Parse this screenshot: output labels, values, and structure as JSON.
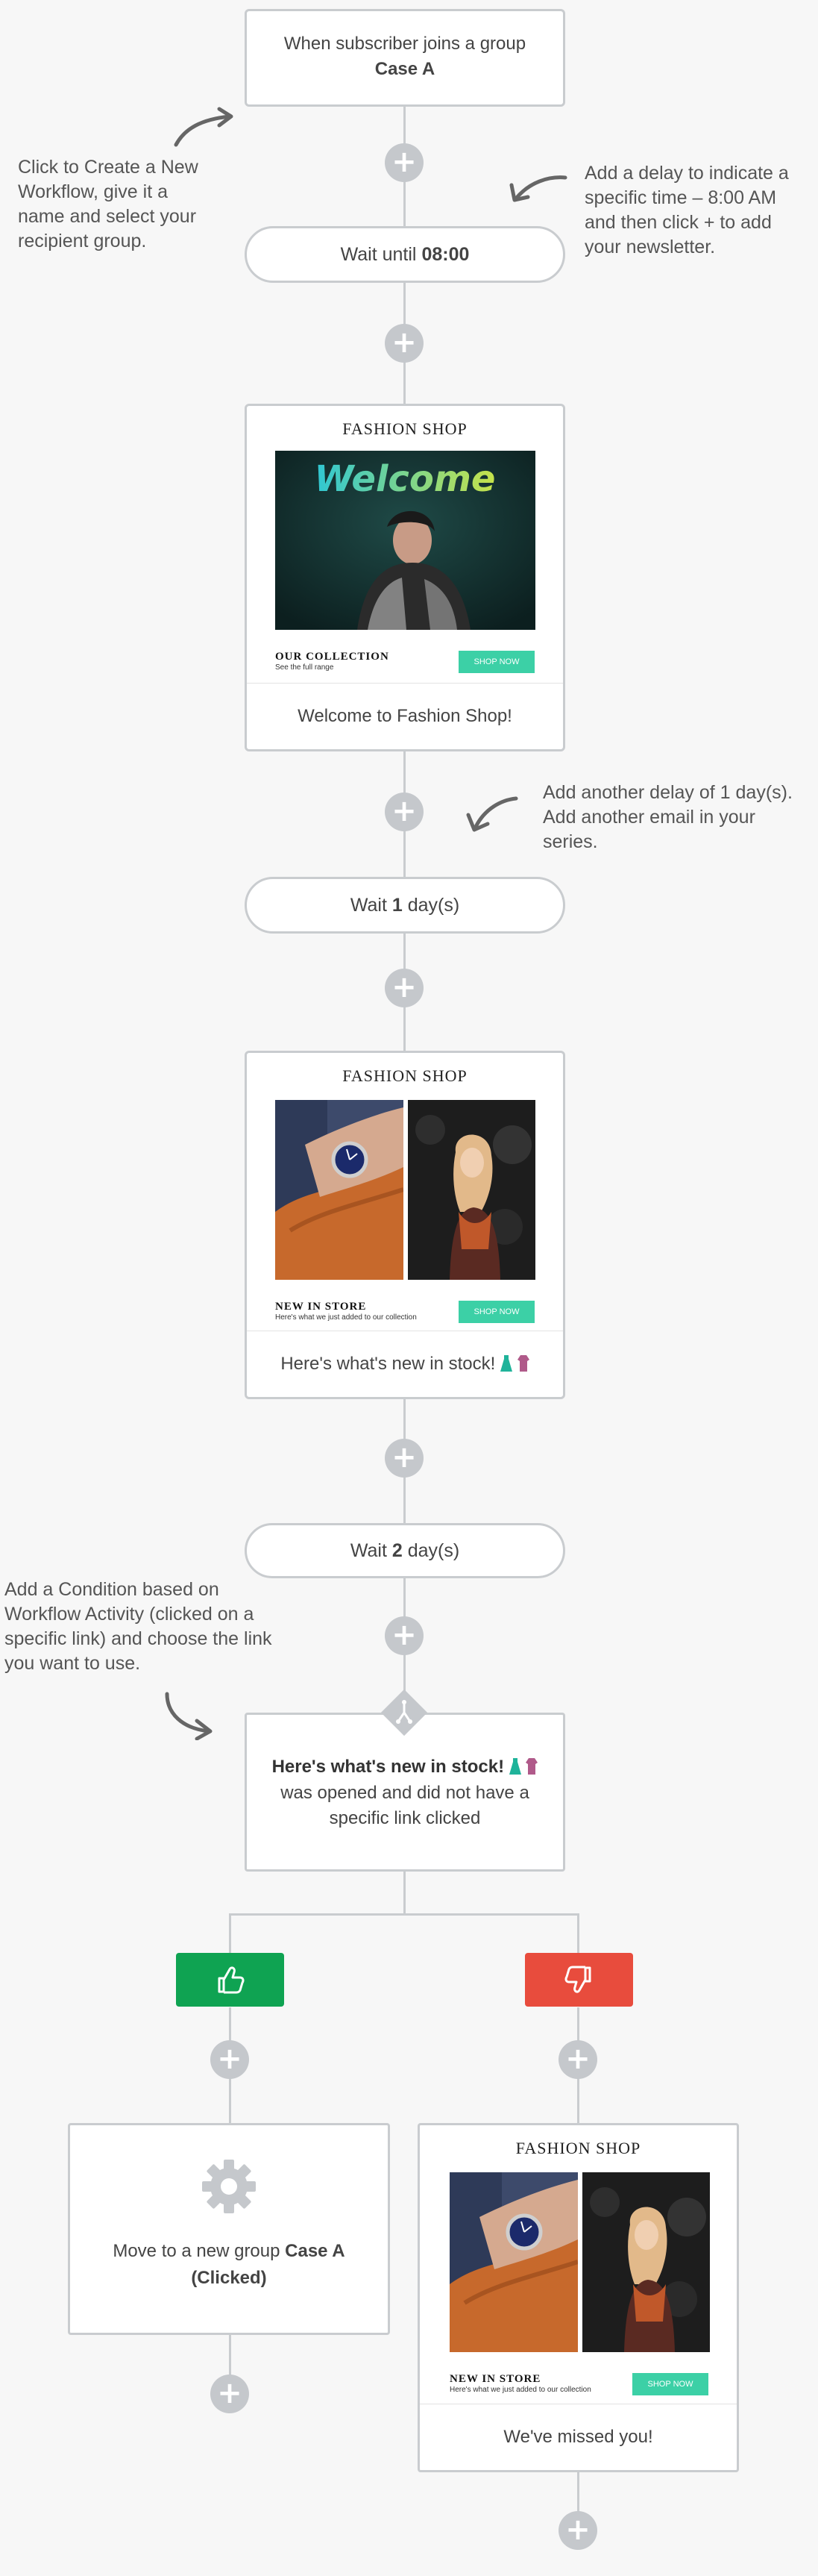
{
  "trigger": {
    "line1": "When subscriber joins a group",
    "group": "Case A"
  },
  "notes": {
    "create": "Click to Create a New Workflow, give it a name and select your recipient group.",
    "delay": "Add a delay to indicate a specific time – 8:00 AM and then click + to add your newsletter.",
    "another_delay": "Add another delay of 1 day(s). Add another email in your series.",
    "condition": "Add a Condition based on Workflow Activity (clicked on a specific link) and choose the link you want to use."
  },
  "wait_until": {
    "prefix": "Wait until",
    "time": "08:00"
  },
  "email1": {
    "brand": "FASHION SHOP",
    "hero_text": "Welcome",
    "footer_title": "OUR COLLECTION",
    "footer_sub": "See the full range",
    "button": "SHOP NOW",
    "caption": "Welcome to Fashion Shop!"
  },
  "wait1": {
    "prefix": "Wait",
    "amount": "1",
    "unit": "day(s)"
  },
  "email2": {
    "brand": "FASHION SHOP",
    "footer_title": "NEW IN STORE",
    "footer_sub": "Here's what we just added to our collection",
    "button": "SHOP NOW",
    "caption": "Here's what's new in stock!"
  },
  "wait2": {
    "prefix": "Wait",
    "amount": "2",
    "unit": "day(s)"
  },
  "condition": {
    "title": "Here's what's new in stock!",
    "body": "was opened and did not have a specific link clicked"
  },
  "action": {
    "prefix": "Move to a new group",
    "group": "Case A",
    "suffix": "(Clicked)"
  },
  "email3": {
    "brand": "FASHION SHOP",
    "footer_title": "NEW IN STORE",
    "footer_sub": "Here's what we just added to our collection",
    "button": "SHOP NOW",
    "caption": "We've missed you!"
  },
  "plus_label": "+",
  "colors": {
    "yes": "#0fa352",
    "no": "#e84c3d",
    "connector": "#c9cccf",
    "button": "#3cd0a6"
  },
  "icons": [
    "plus-icon",
    "thumbs-up-icon",
    "thumbs-down-icon",
    "gear-icon",
    "split-icon",
    "curved-arrow-icon"
  ]
}
